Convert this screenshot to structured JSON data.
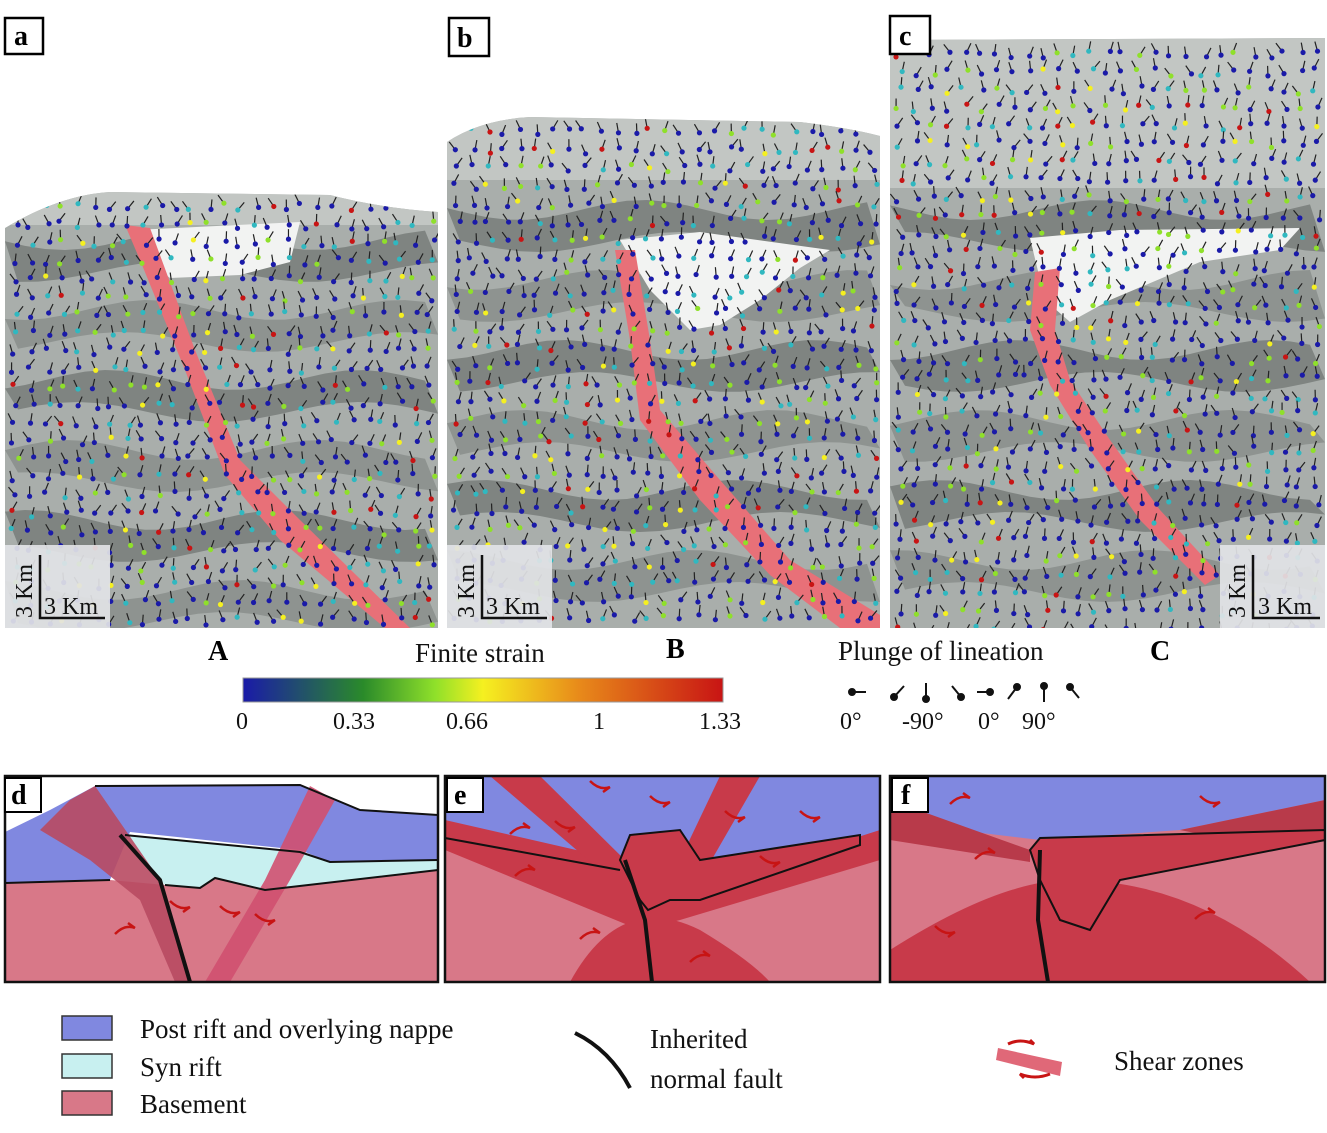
{
  "panels": {
    "a": {
      "label": "a"
    },
    "b": {
      "label": "b"
    },
    "c": {
      "label": "c"
    },
    "d": {
      "label": "d"
    },
    "e": {
      "label": "e"
    },
    "f": {
      "label": "f"
    }
  },
  "scale_bar": {
    "vertical": "3 Km",
    "horizontal": "3 Km"
  },
  "section_labels": [
    "A",
    "B",
    "C"
  ],
  "colorbar": {
    "title": "Finite strain",
    "ticks": [
      "0",
      "0.33",
      "0.66",
      "1",
      "1.33"
    ],
    "colors": [
      "#1a1aa8",
      "#2a8a2a",
      "#8fe02a",
      "#f5f020",
      "#e88a1a",
      "#c81414"
    ]
  },
  "plunge_legend": {
    "title": "Plunge of lineation",
    "ticks": [
      "0°",
      "-90°",
      "0°",
      "90°"
    ]
  },
  "legend": {
    "post_rift": {
      "label": "Post rift and overlying nappe",
      "color": "#8088e0"
    },
    "syn_rift": {
      "label": "Syn rift",
      "color": "#c8f0f0"
    },
    "basement": {
      "label": "Basement",
      "color": "#d87888"
    },
    "fault": {
      "label_line1": "Inherited",
      "label_line2": "normal fault"
    },
    "shear": {
      "label": "Shear zones",
      "color": "#d84860"
    }
  }
}
